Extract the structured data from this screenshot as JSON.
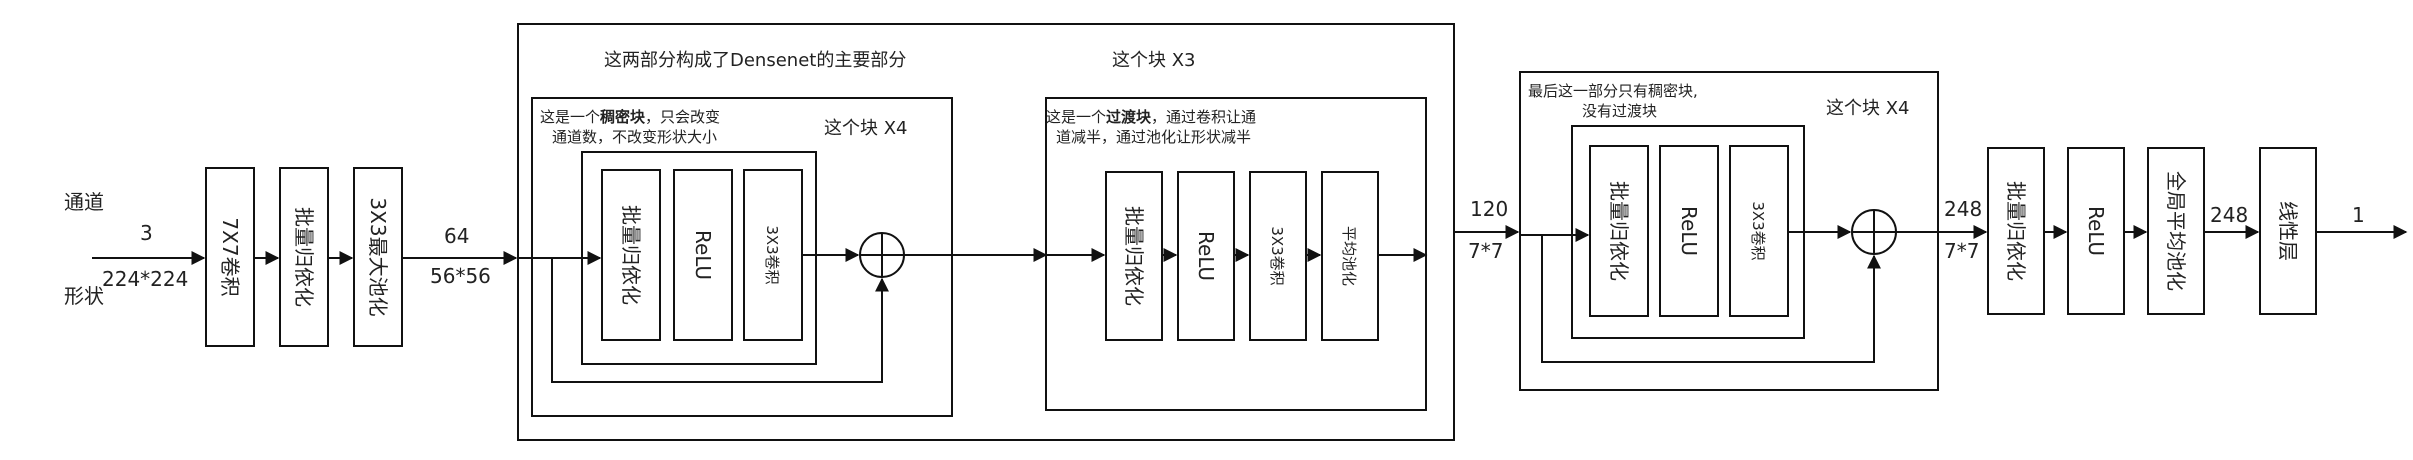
{
  "input": {
    "channel_label": "通道",
    "channels": "3",
    "size": "224*224",
    "shape_label": "形状"
  },
  "stem": [
    {
      "label": "7X7卷积"
    },
    {
      "label": "批量归依化"
    },
    {
      "label": "3X3最大池化"
    }
  ],
  "after_stem": {
    "channels": "64",
    "size": "56*56"
  },
  "densenet_main": {
    "caption": "这两部分构成了Densenet的主要部分",
    "repeat_caption": "这个块 X3",
    "dense_block": {
      "note_prefix": "这是一个",
      "note_bold": "稠密块",
      "note_suffix": "，只会改变",
      "note_line2": "通道数，不改变形状大小",
      "repeat": "这个块 X4",
      "layers": [
        {
          "label": "批量归依化"
        },
        {
          "label": "ReLU"
        },
        {
          "label": "3X3卷积"
        }
      ]
    },
    "transition_block": {
      "note_prefix": "这是一个",
      "note_bold": "过渡块",
      "note_suffix": "，通过卷积让通",
      "note_line2": "道减半，通过池化让形状减半",
      "layers": [
        {
          "label": "批量归依化"
        },
        {
          "label": "ReLU"
        },
        {
          "label": "3X3卷积"
        },
        {
          "label": "平均池化"
        }
      ]
    }
  },
  "after_main": {
    "channels": "120",
    "size": "7*7"
  },
  "last_block": {
    "note_line1": "最后这一部分只有稠密块,",
    "note_line2": "没有过渡块",
    "repeat": "这个块 X4",
    "layers": [
      {
        "label": "批量归依化"
      },
      {
        "label": "ReLU"
      },
      {
        "label": "3X3卷积"
      }
    ]
  },
  "after_last": {
    "channels": "248",
    "size": "7*7"
  },
  "head": [
    {
      "label": "批量归依化"
    },
    {
      "label": "ReLU"
    },
    {
      "label": "全局平均池化"
    },
    {
      "label": "线性层"
    }
  ],
  "pool_out": "248",
  "output": "1"
}
